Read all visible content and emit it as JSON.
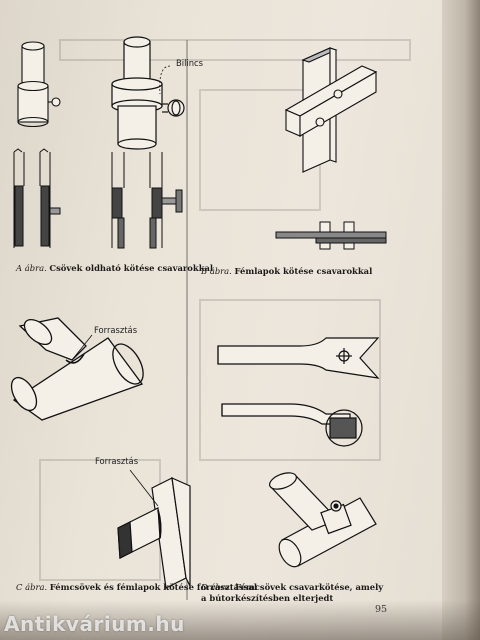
{
  "figures": {
    "a": {
      "letter": "A",
      "abra": "ábra.",
      "caption": "Csövek oldható kötése csavarokkal",
      "callout": "Bilincs"
    },
    "b": {
      "letter": "B",
      "abra": "ábra.",
      "caption": "Fémlapok kötése csavarokkal"
    },
    "c": {
      "letter": "C",
      "abra": "ábra.",
      "caption": "Fémcsövek és fémlapok kötése forrasztással",
      "callout_top": "Forrasztás",
      "callout_bottom": "Forrasztás"
    },
    "d": {
      "letter": "D",
      "abra": "ábra.",
      "caption_line1": "Fémcsövek csavarkötése, amely",
      "caption_line2": "a bútorkészítésben elterjedt"
    }
  },
  "page_number": "95",
  "watermark": "Antikvárium.hu"
}
